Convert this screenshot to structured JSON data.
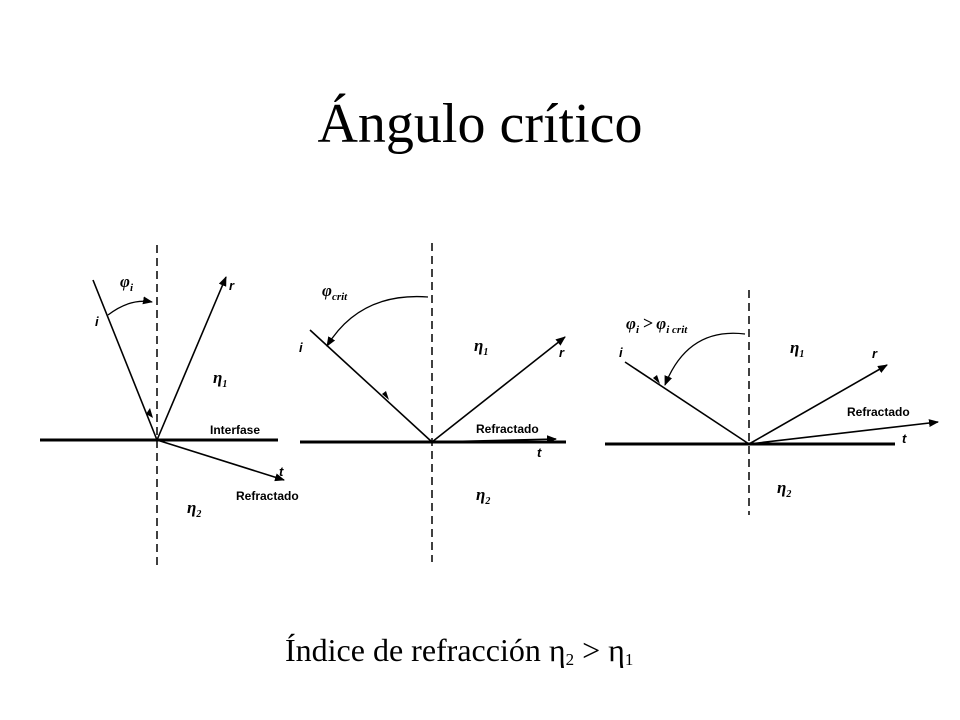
{
  "slide": {
    "title": "Ángulo crítico",
    "caption": {
      "prefix": "Índice de refracción ",
      "eta_a": "η",
      "sub_a": "2",
      "middle": " > ",
      "eta_b": "η",
      "sub_b": "1"
    }
  },
  "panels": [
    {
      "angle": "φ",
      "angle_sub": "i",
      "ray_i": "i",
      "ray_r": "r",
      "ray_t": "t",
      "eta_top": "η",
      "eta_top_sub": "1",
      "eta_bottom": "η",
      "eta_bottom_sub": "2",
      "interface_label": "Interfase",
      "refracted_label": "Refractado"
    },
    {
      "angle": "φ",
      "angle_sub": "crit",
      "ray_i": "i",
      "ray_r": "r",
      "ray_t": "t",
      "eta_top": "η",
      "eta_top_sub": "1",
      "eta_bottom": "η",
      "eta_bottom_sub": "2",
      "refracted_label": "Refractado"
    },
    {
      "angle": "φ",
      "angle_sub": "i",
      "gt": ">",
      "angle2": "φ",
      "angle2_sub": "i crit",
      "ray_i": "i",
      "ray_r": "r",
      "ray_t": "t",
      "eta_top": "η",
      "eta_top_sub": "1",
      "eta_bottom": "η",
      "eta_bottom_sub": "2",
      "refracted_label": "Refractado"
    }
  ]
}
